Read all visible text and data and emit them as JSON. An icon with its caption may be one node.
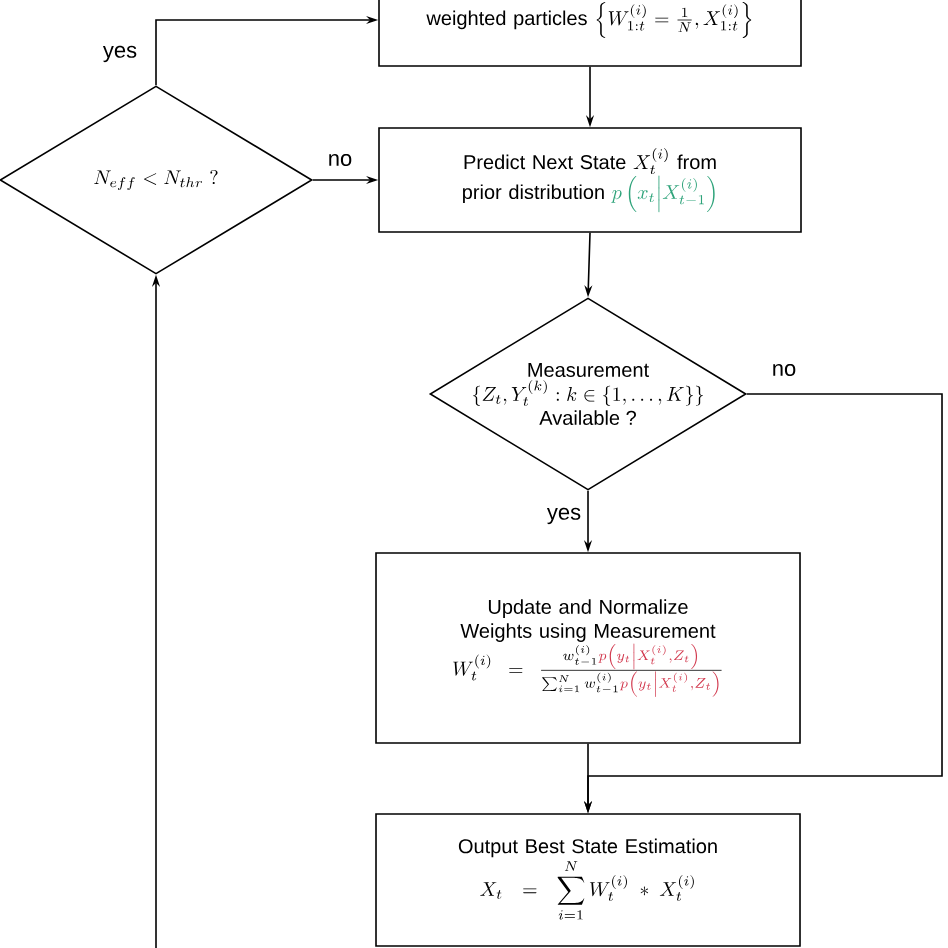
{
  "diagram": {
    "nodes": [
      {
        "text": [
          "weighted particles",
          "\\left\\{W_{1:t}^{(i)}=\\frac{1}{N},X_{1:t}^{(i)}\\right\\}"
        ]
      },
      {
        "text": [
          "Predict Next State",
          "X_t^{(i)}",
          "from prior distribution",
          "p\\left(x_t\\middle|X_{t-1}^{(i)}\\right)"
        ]
      },
      {
        "text": [
          "Measurement",
          "\\{Z_t,Y_t^{(k)}:k\\in\\{1,\\dots,K\\}\\}",
          "Available ?"
        ]
      },
      {
        "text": [
          "Update and Normalize Weights using Measurement",
          "W_t^{(i)}=\\frac{w_{t-1}^{(i)}\\textcolor[HTML]{D23A4F}{p\\left(y_t\\middle|X_t^{(i)},Z_t\\right)}}{\\sum_{i=1}^{N}w_{t-1}^{(i)}\\textcolor[HTML]{D23A4F}{p\\left(y_t\\middle|X_t^{(i)},Z_t\\right)}}"
        ]
      },
      {
        "text": [
          "Output Best State Estimation",
          "X_t=\\sum_{i=1}^{N}W_t^{(i)}*X_t^{(i)}"
        ]
      },
      {
        "text": [
          "N_{eff}<N_{thr}\\ ?"
        ]
      }
    ],
    "edges": [
      {
        "from": 5,
        "to": 0,
        "arrow": "to",
        "label": "yes"
      },
      {
        "from": 5,
        "to": 1,
        "arrow": "to",
        "label": "no"
      },
      {
        "from": 0,
        "to": 1,
        "arrow": "to"
      },
      {
        "from": 1,
        "to": 2,
        "arrow": "to"
      },
      {
        "from": 2,
        "to": 3,
        "arrow": "to",
        "label": "yes"
      },
      {
        "from": 2,
        "to": 4,
        "arrow": "to",
        "label": "no"
      },
      {
        "from": 3,
        "to": 4,
        "arrow": "to"
      },
      {
        "from": null,
        "to": 5,
        "arrow": "to"
      }
    ]
  }
}
